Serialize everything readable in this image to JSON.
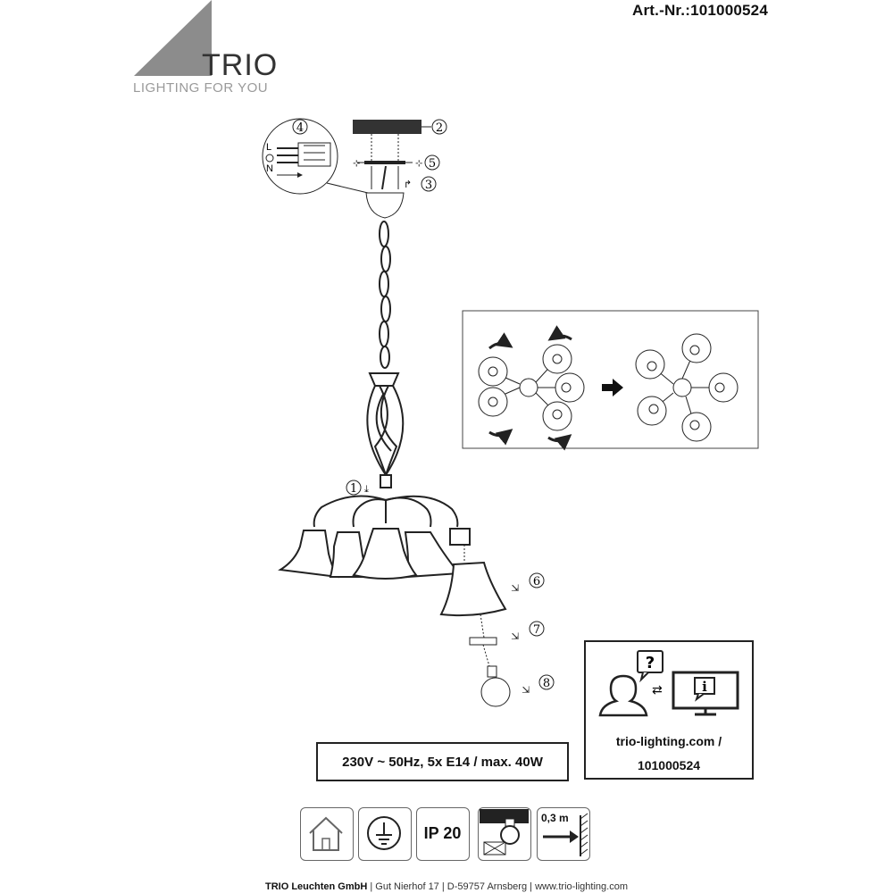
{
  "header": {
    "article_number": "Art.-Nr.:101000524",
    "brand": "TRIO",
    "slogan": "LIGHTING FOR YOU"
  },
  "callouts": [
    "1",
    "2",
    "3",
    "4",
    "5",
    "6",
    "7",
    "8"
  ],
  "wiring": {
    "l": "L",
    "n": "N"
  },
  "spec": "230V ~ 50Hz, 5x E14 / max. 40W",
  "info": {
    "url": "trio-lighting.com /",
    "article": "101000524",
    "question_mark": "?",
    "info_mark": "i"
  },
  "symbols": {
    "ip_rating": "IP 20",
    "distance": "0,3 m"
  },
  "footer": {
    "company": "TRIO Leuchten GmbH",
    "address": "Gut Nierhof 17",
    "city": "D-59757 Arnsberg",
    "web": "www.trio-lighting.com",
    "separator": "|"
  },
  "colors": {
    "logo_gray": "#8c8c8c",
    "line": "#222222",
    "ceiling": "#333333"
  }
}
